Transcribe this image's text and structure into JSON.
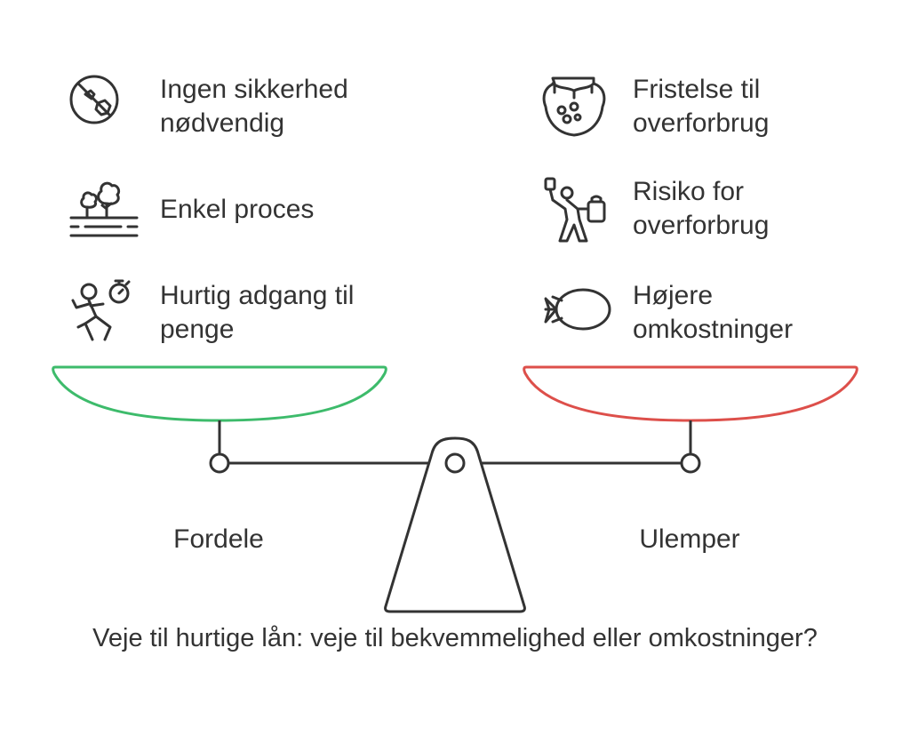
{
  "left_items": [
    {
      "icon": "no-collateral-icon",
      "label": "Ingen sikkerhed\nnødvendig"
    },
    {
      "icon": "landscape-trees-icon",
      "label": "Enkel proces"
    },
    {
      "icon": "running-person-stopwatch-icon",
      "label": "Hurtig adgang til\npenge"
    }
  ],
  "right_items": [
    {
      "icon": "jar-icon",
      "label": "Fristelse til\noverforbrug"
    },
    {
      "icon": "person-carrying-bag-icon",
      "label": "Risiko for\noverforbrug"
    },
    {
      "icon": "blimp-icon",
      "label": "Højere\nomkostninger"
    }
  ],
  "left_side_label": "Fordele",
  "right_side_label": "Ulemper",
  "caption": "Veje til hurtige lån: veje til bekvemmelighed eller omkostninger?",
  "colors": {
    "pros": "#3dbb6b",
    "cons": "#dd4f4a",
    "stroke": "#333333"
  }
}
